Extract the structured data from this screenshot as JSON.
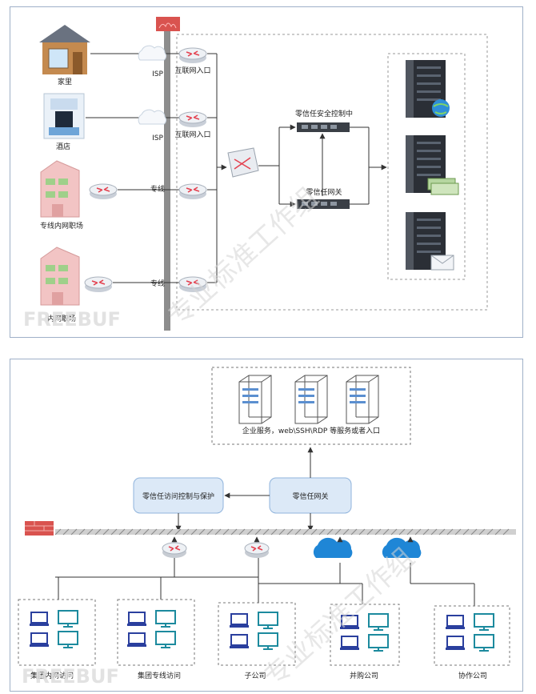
{
  "top": {
    "sources": [
      "家里",
      "酒店",
      "专线内网职场",
      "内网职场"
    ],
    "isp_labels": [
      "ISP",
      "ISP"
    ],
    "entry_labels": [
      "互联网入口",
      "互联网入口"
    ],
    "line_labels": [
      "专线",
      "专线"
    ],
    "control_center": "零信任安全控制中",
    "gateway": "零信任网关"
  },
  "bottom": {
    "servers_caption": "企业服务，web\\SSH\\RDP 等服务或者入口",
    "access_control": "零信任访问控制与保护",
    "gateway": "零信任网关",
    "groups": [
      "集团内网访问",
      "集团专线访问",
      "子公司",
      "并购公司",
      "协作公司"
    ]
  },
  "watermark": {
    "text": "专业标准工作组",
    "brand": "FREEBUF"
  },
  "colors": {
    "box_fill": "#dce9f7",
    "box_stroke": "#8fb3dc",
    "cloud": "#1f86d6",
    "firewall": "#d9534f",
    "router": "#e4414f",
    "device_blue": "#2a3f9e",
    "monitor_teal": "#1c8a9e"
  }
}
